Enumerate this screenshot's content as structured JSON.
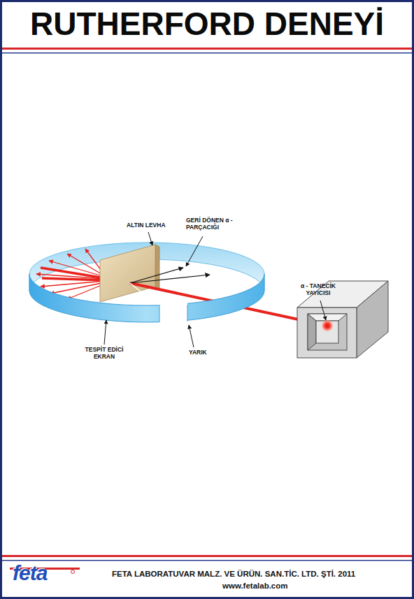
{
  "diagram": {
    "title": "RUTHERFORD DENEYİ",
    "labels": [
      "ALTIN LEVHA",
      "GERİ DÖNEN α - PARÇACIĞI",
      "α - TANECİK YAYICISI",
      "TESPİT EDİCİ EKRAN",
      "YARIK",
      "feta",
      "FETA LABORATUVAR MALZ. VE ÜRÜN. SAN.TİC. LTD. ŞTİ. 2011",
      "www.fetalab.com"
    ]
  }
}
